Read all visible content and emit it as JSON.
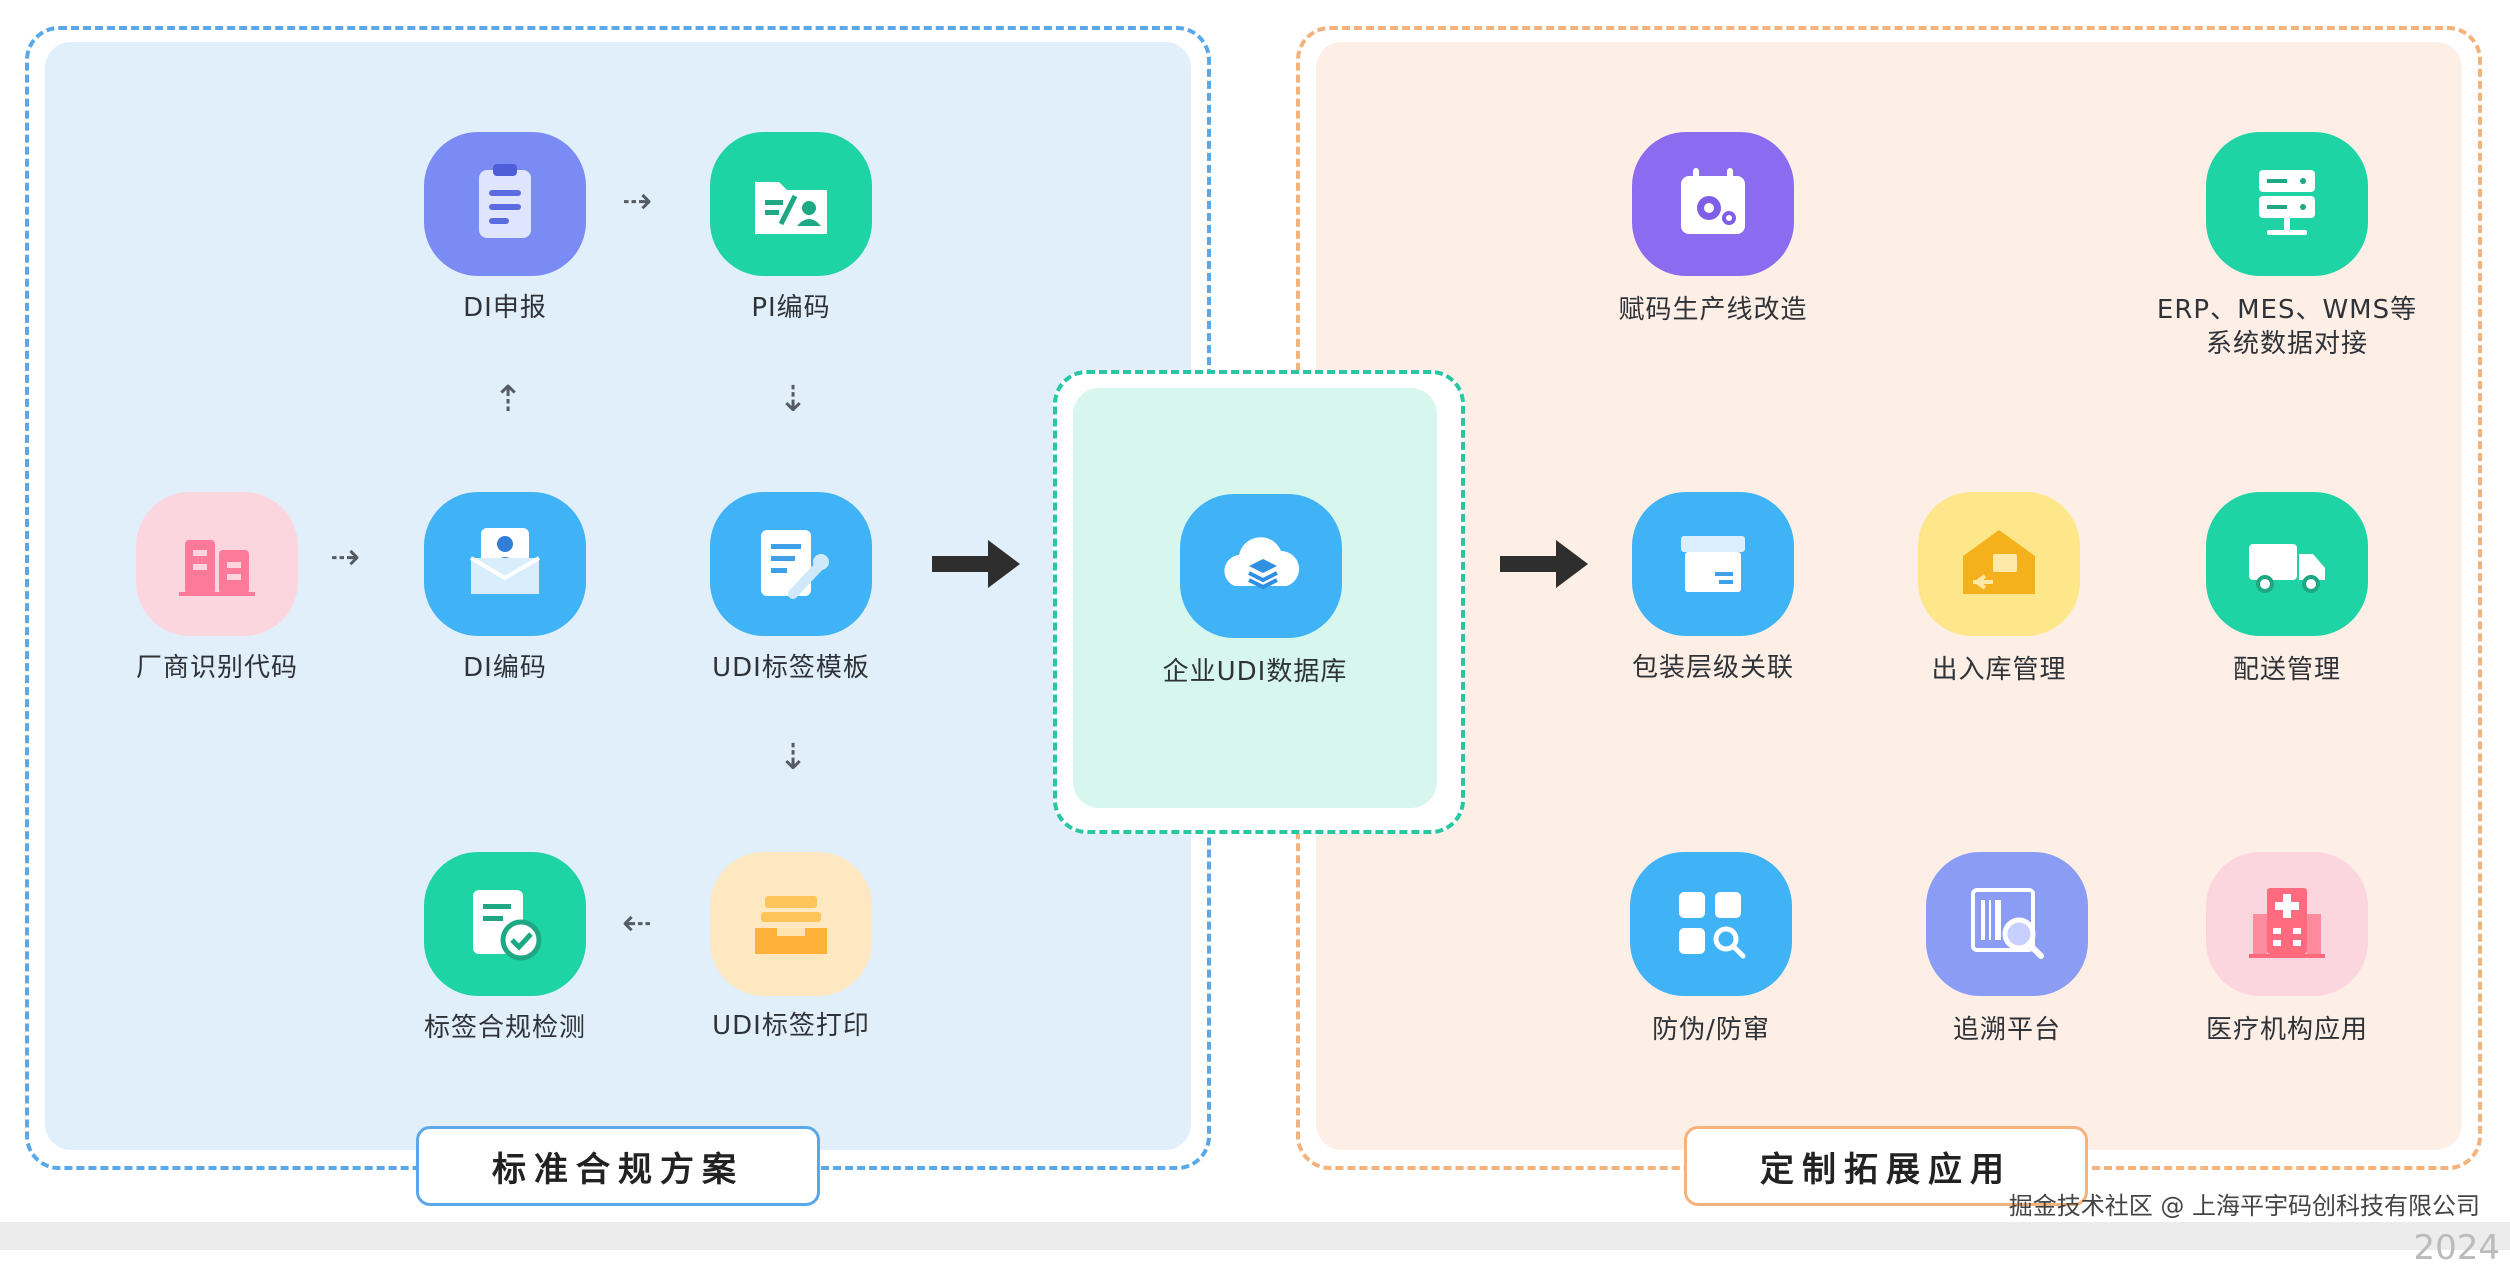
{
  "panels": {
    "left_title": "标准合规方案",
    "right_title": "定制拓展应用"
  },
  "nodes": {
    "di_apply": "DI申报",
    "pi_code": "PI编码",
    "manufacturer_code": "厂商识别代码",
    "di_code": "DI编码",
    "udi_template": "UDI标签模板",
    "udi_print": "UDI标签打印",
    "label_check": "标签合规检测",
    "udi_database": "企业UDI数据库",
    "line_retrofit": "赋码生产线改造",
    "erp_line1": "ERP、MES、WMS等",
    "erp_line2": "系统数据对接",
    "packaging": "包装层级关联",
    "inventory": "出入库管理",
    "delivery": "配送管理",
    "anti_counterfeit": "防伪/防窜",
    "traceability": "追溯平台",
    "medical": "医疗机构应用"
  },
  "icons": {
    "di_apply": "clipboard-icon",
    "pi_code": "folder-id-icon",
    "manufacturer_code": "building-icon",
    "di_code": "id-card-icon",
    "udi_template": "template-edit-icon",
    "udi_print": "tray-icon",
    "label_check": "check-document-icon",
    "udi_database": "cloud-database-icon",
    "line_retrofit": "calendar-gear-icon",
    "erp": "server-icon",
    "packaging": "box-icon",
    "inventory": "warehouse-icon",
    "delivery": "truck-icon",
    "anti_counterfeit": "qr-search-icon",
    "traceability": "barcode-search-icon",
    "medical": "hospital-icon"
  },
  "colors": {
    "left_border": "#5aa8e8",
    "left_fill": "#e1effb",
    "right_border": "#f4b27d",
    "right_fill": "#fdeee6",
    "center_border": "#25c8a3",
    "center_fill": "#d7f7ee"
  },
  "watermark": "掘金技术社区 @ 上海平宇码创科技有限公司",
  "footer_year": "2024"
}
